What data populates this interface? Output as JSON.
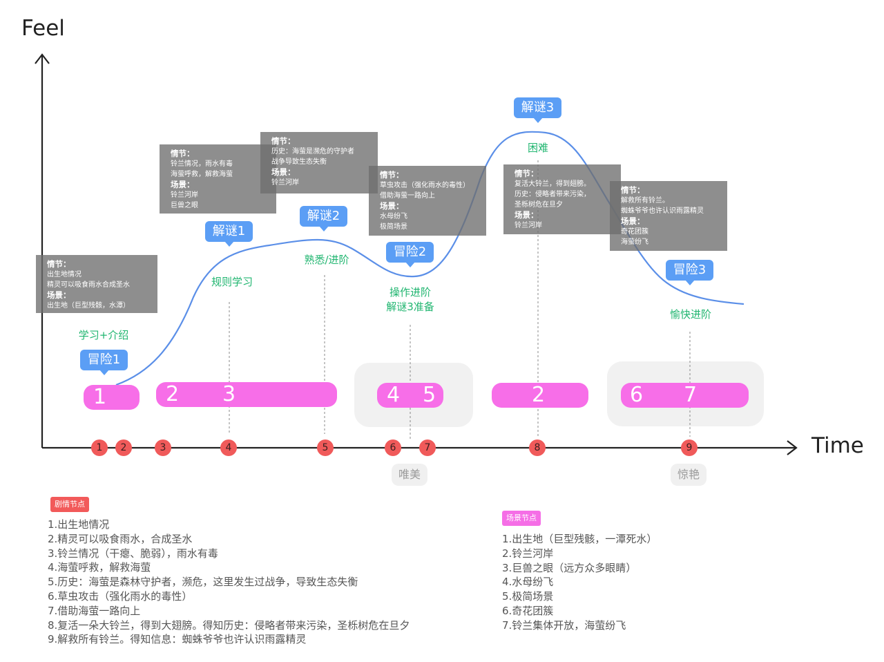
{
  "axes": {
    "y_label": "Feel",
    "x_label": "Time"
  },
  "info_boxes": [
    {
      "id": "ib1",
      "lines": [
        {
          "t": "情节：",
          "h": true
        },
        {
          "t": "出生地情况"
        },
        {
          "t": "精灵可以吸食雨水合成圣水"
        },
        {
          "t": "场景：",
          "h": true
        },
        {
          "t": "出生地（巨型残骸，水潭）"
        }
      ]
    },
    {
      "id": "ib2",
      "lines": [
        {
          "t": "情节：",
          "h": true
        },
        {
          "t": "铃兰情况，雨水有毒"
        },
        {
          "t": "海萤呼救，解救海萤"
        },
        {
          "t": "场景：",
          "h": true
        },
        {
          "t": "铃兰河岸"
        },
        {
          "t": "巨兽之眼"
        }
      ]
    },
    {
      "id": "ib3",
      "lines": [
        {
          "t": "情节：",
          "h": true
        },
        {
          "t": "历史：海萤是濒危的守护者"
        },
        {
          "t": "战争导致生态失衡"
        },
        {
          "t": "场景：",
          "h": true
        },
        {
          "t": "铃兰河岸"
        }
      ]
    },
    {
      "id": "ib4",
      "lines": [
        {
          "t": "情节：",
          "h": true
        },
        {
          "t": "草虫攻击（强化雨水的毒性）"
        },
        {
          "t": "借助海萤一路向上"
        },
        {
          "t": "场景：",
          "h": true
        },
        {
          "t": "水母纷飞"
        },
        {
          "t": "极简场景"
        }
      ]
    },
    {
      "id": "ib5",
      "lines": [
        {
          "t": "情节：",
          "h": true
        },
        {
          "t": "复活大铃兰，得到翅膀。"
        },
        {
          "t": "历史：侵略者带来污染，"
        },
        {
          "t": "圣栎树危在旦夕"
        },
        {
          "t": "场景：",
          "h": true
        },
        {
          "t": "铃兰河岸"
        }
      ]
    },
    {
      "id": "ib6",
      "lines": [
        {
          "t": "情节：",
          "h": true
        },
        {
          "t": "解救所有铃兰。"
        },
        {
          "t": "蜘蛛爷爷也许认识雨露精灵"
        },
        {
          "t": "场景：",
          "h": true
        },
        {
          "t": "奇花团簇"
        },
        {
          "t": "海萤纷飞"
        }
      ]
    }
  ],
  "bubbles": [
    "冒险1",
    "解谜1",
    "解谜2",
    "冒险2",
    "解谜3",
    "冒险3"
  ],
  "phase_labels": [
    "学习+介绍",
    "规则学习",
    "熟悉/进阶",
    "操作进阶\n解谜3准备",
    "困难",
    "愉快进阶"
  ],
  "pills": [
    {
      "id": "p1",
      "numbers": [
        "1"
      ]
    },
    {
      "id": "p2",
      "numbers": [
        "2",
        "3"
      ]
    },
    {
      "id": "p3",
      "numbers": [
        "4",
        "5"
      ]
    },
    {
      "id": "p4",
      "numbers": [
        "2"
      ]
    },
    {
      "id": "p5",
      "numbers": [
        "6",
        "7"
      ]
    }
  ],
  "story_nodes": [
    "1",
    "2",
    "3",
    "4",
    "5",
    "6",
    "7",
    "8",
    "9"
  ],
  "mood_tags": [
    "唯美",
    "惊艳"
  ],
  "legend": {
    "story": {
      "tag": "剧情节点",
      "color": "#f25a5a",
      "items": [
        "1.出生地情况",
        "2.精灵可以吸食雨水，合成圣水",
        "3.铃兰情况（干瘪、脆弱），雨水有毒",
        "4.海萤呼救，解救海萤",
        "5.历史：海萤是森林守护者，濒危，这里发生过战争，导致生态失衡",
        "6.草虫攻击（强化雨水的毒性）",
        "7.借助海萤一路向上",
        "8.复活一朵大铃兰，得到大翅膀。得知历史：侵略者带来污染，圣栎树危在旦夕",
        "9.解救所有铃兰。得知信息：蜘蛛爷爷也许认识雨露精灵"
      ]
    },
    "scene": {
      "tag": "场景节点",
      "color": "#f56ee6",
      "items": [
        "1.出生地（巨型残骸，一潭死水）",
        "2.铃兰河岸",
        "3.巨兽之眼（远方众多眼睛）",
        "4.水母纷飞",
        "5.极简场景",
        "6.奇花团簇",
        "7.铃兰集体开放，海萤纷飞"
      ]
    }
  },
  "colors": {
    "curve": "#5b8fe8",
    "bubble": "#5b9ef5",
    "phase_text": "#1fb56f",
    "pill": "#f76ee8",
    "node": "#f05a5a",
    "info_box": "#6e6e6e"
  }
}
